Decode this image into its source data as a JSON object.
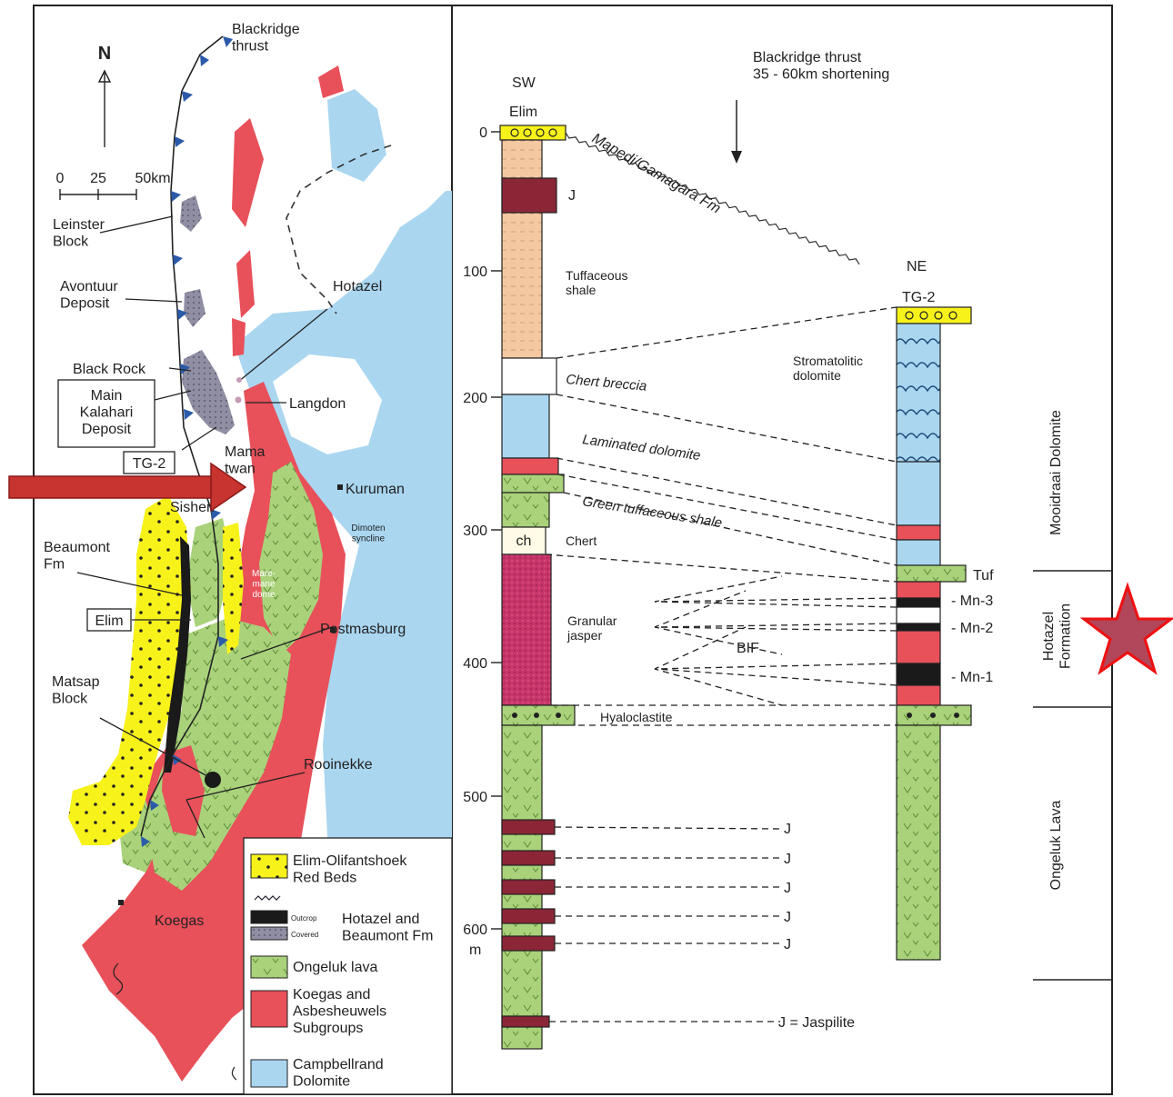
{
  "colors": {
    "yellow": "#f7f21a",
    "red": "#e8505a",
    "blue": "#aad6f0",
    "green": "#a9d27a",
    "peach": "#f4c9a2",
    "maroon": "#8a2636",
    "pink": "#c8356a",
    "gray": "#8f8ea3",
    "arrow": "#c8342f",
    "star": "#d03030"
  },
  "map": {
    "north": "N",
    "scale_ticks": [
      "0",
      "25",
      "50km"
    ],
    "labels": {
      "blackridge": "Blackridge\nthrust",
      "leinster": "Leinster\nBlock",
      "avontuur": "Avontuur\nDeposit",
      "blackrock": "Black Rock",
      "kalahari": "Main\nKalahari\nDeposit",
      "tg2": "TG-2",
      "hotazel": "Hotazel",
      "langdon": "Langdon",
      "mamatwan": "Mama\ntwan",
      "kuruman": "Kuruman",
      "sishen": "Sishen",
      "beaumont": "Beaumont\nFm",
      "elim": "Elim",
      "dimoten": "Dimoten\nsyncline",
      "maremane": "Mare-\nmane\ndome",
      "postmasburg": "Postmasburg",
      "matsap": "Matsap\nBlock",
      "rooinekke": "Rooinekke",
      "koegas": "Koegas"
    },
    "legend": [
      {
        "label": "Elim-Olifantshoek\nRed Beds",
        "icon": "dotted-yellow"
      },
      {
        "label": "Hotazel and\nBeaumont Fm",
        "icon": "outcrop-covered",
        "sub1": "Outcrop",
        "sub2": "Covered"
      },
      {
        "label": "Ongeluk lava",
        "icon": "green-v"
      },
      {
        "label": "Koegas and\nAsbesheuwels\nSubgroups",
        "icon": "red"
      },
      {
        "label": "Campbellrand\nDolomite",
        "icon": "blue"
      }
    ]
  },
  "section": {
    "title": "Blackridge thrust\n35 - 60km shortening",
    "sw": "SW",
    "sw_site": "Elim",
    "ne": "NE",
    "ne_site": "TG-2",
    "unit": "m",
    "depths": [
      "0",
      "100",
      "200",
      "300",
      "400",
      "500",
      "600"
    ],
    "mapedi": "Mapedi/Gamagara Fm",
    "units": {
      "j": "J",
      "tuff_shale": "Tuffaceous\nshale",
      "chert_breccia": "Chert breccia",
      "laminated": "Laminated dolomite",
      "green_tuff": "Green tuffaceous shale",
      "ch": "ch",
      "chert": "Chert",
      "granular": "Granular\njasper",
      "bif": "BIF",
      "hyaloclastite": "Hyaloclastite",
      "stromatolitic": "Stromatolitic\ndolomite",
      "tuf": "Tuf",
      "mn3": "- Mn-3",
      "mn2": "- Mn-2",
      "mn1": "- Mn-1",
      "jaspilite": "J = Jaspilite"
    },
    "formations": [
      "Mooidraai Dolomite",
      "Hotazel\nFormation",
      "Ongeluk Lava"
    ]
  }
}
